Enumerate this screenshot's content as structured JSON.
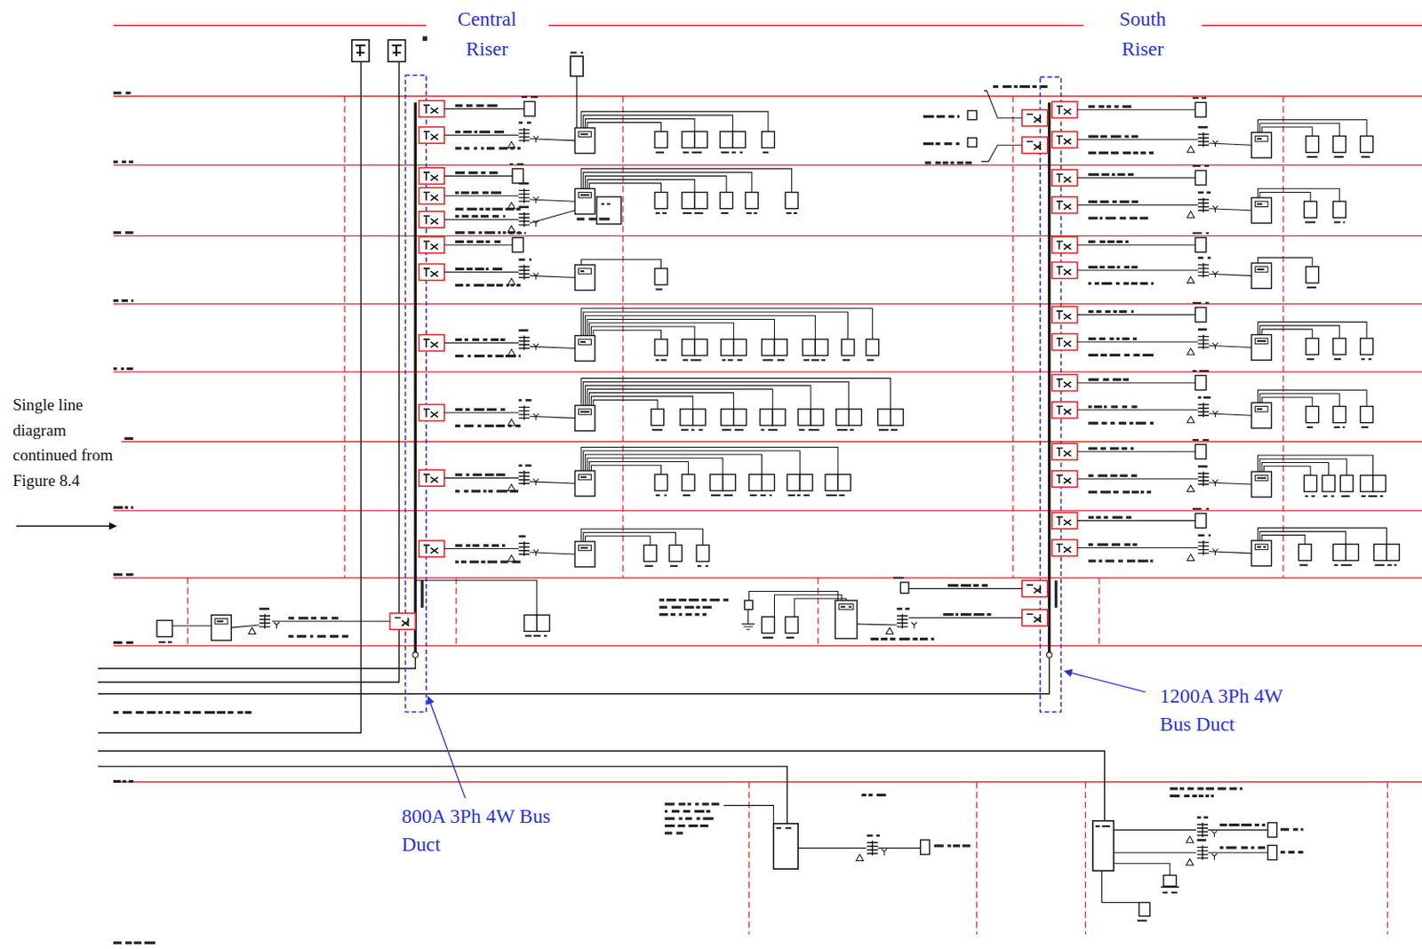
{
  "diagram": {
    "labels": [
      "Central Riser",
      "South Riser",
      "Single line diagram continued from Figure 8.4",
      "1200A 3Ph 4W Bus Duct",
      "800A 3Ph 4W Bus Duct"
    ]
  }
}
